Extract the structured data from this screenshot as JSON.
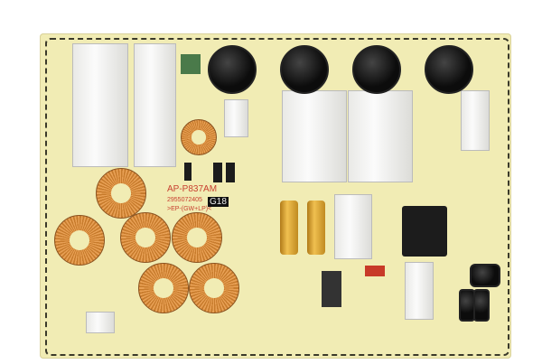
{
  "board": {
    "model_label": "AP-P837AM",
    "part_number": "2955072405",
    "material_mark": ">EP-(GW+LP)<",
    "revision_label": "G18"
  },
  "colors": {
    "board": "#f1ecb4",
    "toroid": "#c77b2c",
    "capacitor": "#111111",
    "gold_capacitor": "#e0b040"
  }
}
